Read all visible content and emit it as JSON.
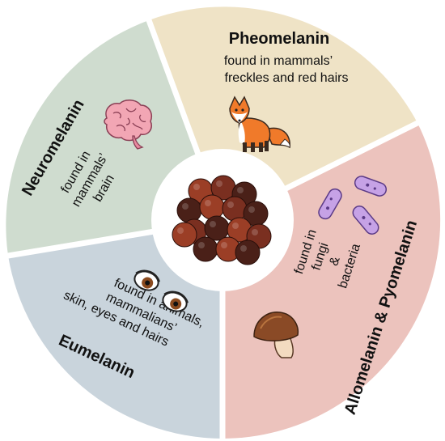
{
  "colors": {
    "neuromelanin": "#cfdccf",
    "pheomelanin": "#efe3c6",
    "allomelanin": "#ecc3bd",
    "eumelanin": "#c9d4dc",
    "center": "#ffffff",
    "granule_dark": "#4a2018",
    "granule_mid": "#7a2f20",
    "granule_light": "#9b3e26"
  },
  "segments": {
    "pheomelanin": {
      "title": "Pheomelanin",
      "desc_line1": "found in mammals’",
      "desc_line2": "freckles and red hairs",
      "icon": "fox-icon"
    },
    "neuromelanin": {
      "title": "Neuromelanin",
      "desc_line1": "found in",
      "desc_line2": "mammals’",
      "desc_line3": "brain",
      "icon": "brain-icon"
    },
    "allomelanin": {
      "title": "Allomelanin & Pyomelanin",
      "desc_line1": "found in",
      "desc_line2": "fungi",
      "desc_line3": "&",
      "desc_line4": "bacteria",
      "icon": "bacteria-icon",
      "icon2": "mushroom-icon"
    },
    "eumelanin": {
      "title": "Eumelanin",
      "desc_line1": "found in animals,",
      "desc_line2": "mammalians’",
      "desc_line3": "skin, eyes and hairs",
      "icon": "eyes-icon"
    }
  },
  "center_icon": "melanin-granules-icon"
}
